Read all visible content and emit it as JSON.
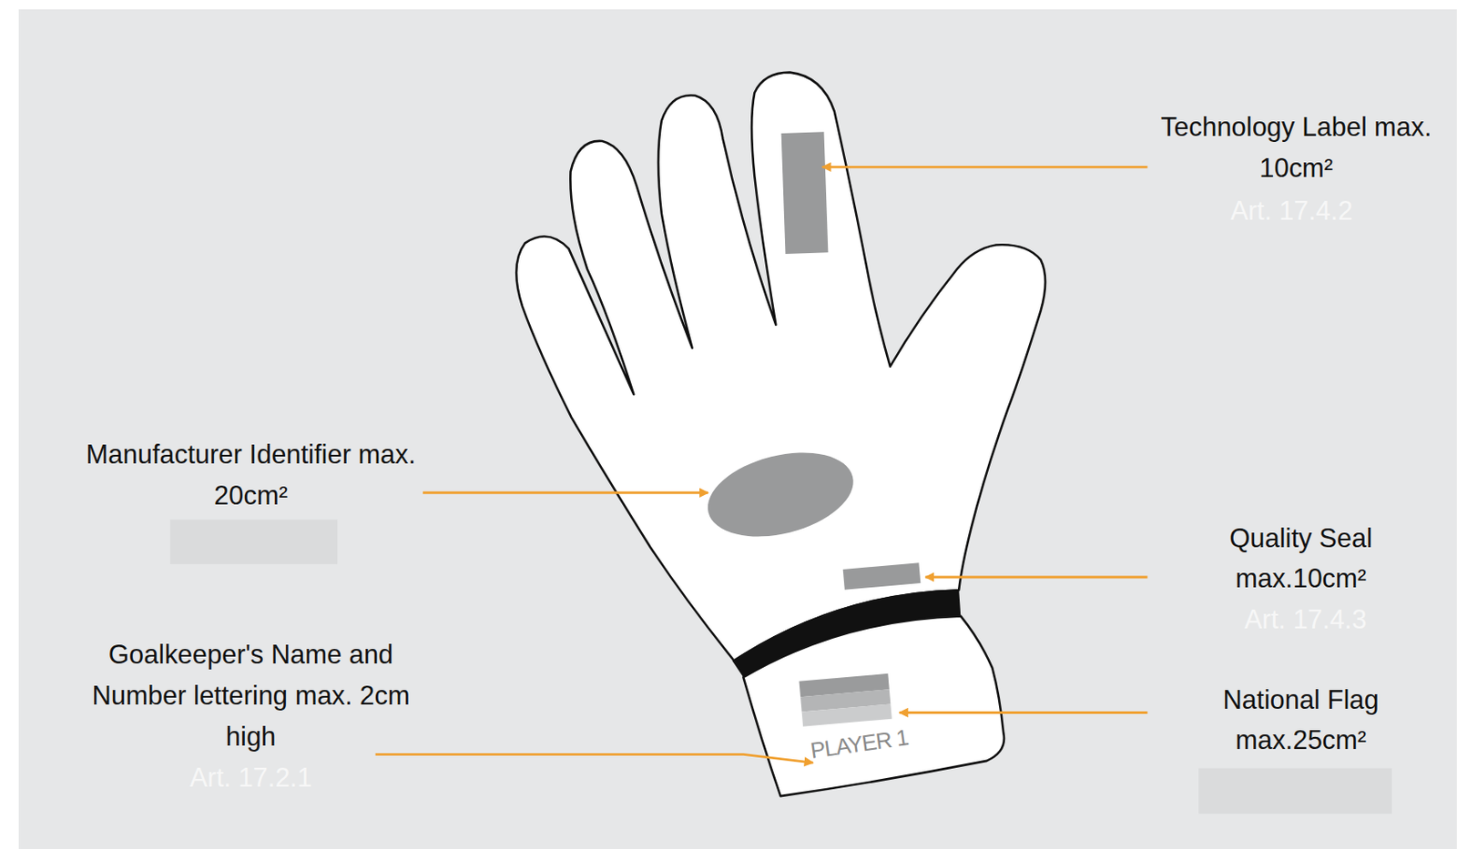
{
  "diagram": {
    "labels": [
      "Technology Label max. 10cm²",
      "Art. 17.4.2",
      "Manufacturer Identifier max. 20cm²",
      "Quality Seal max.10cm²",
      "Art. 17.4.3",
      "Goalkeeper's Name and Number lettering max. 2cm high",
      "Art. 17.2.1",
      "National Flag max.25cm²",
      "PLAYER 1"
    ]
  }
}
